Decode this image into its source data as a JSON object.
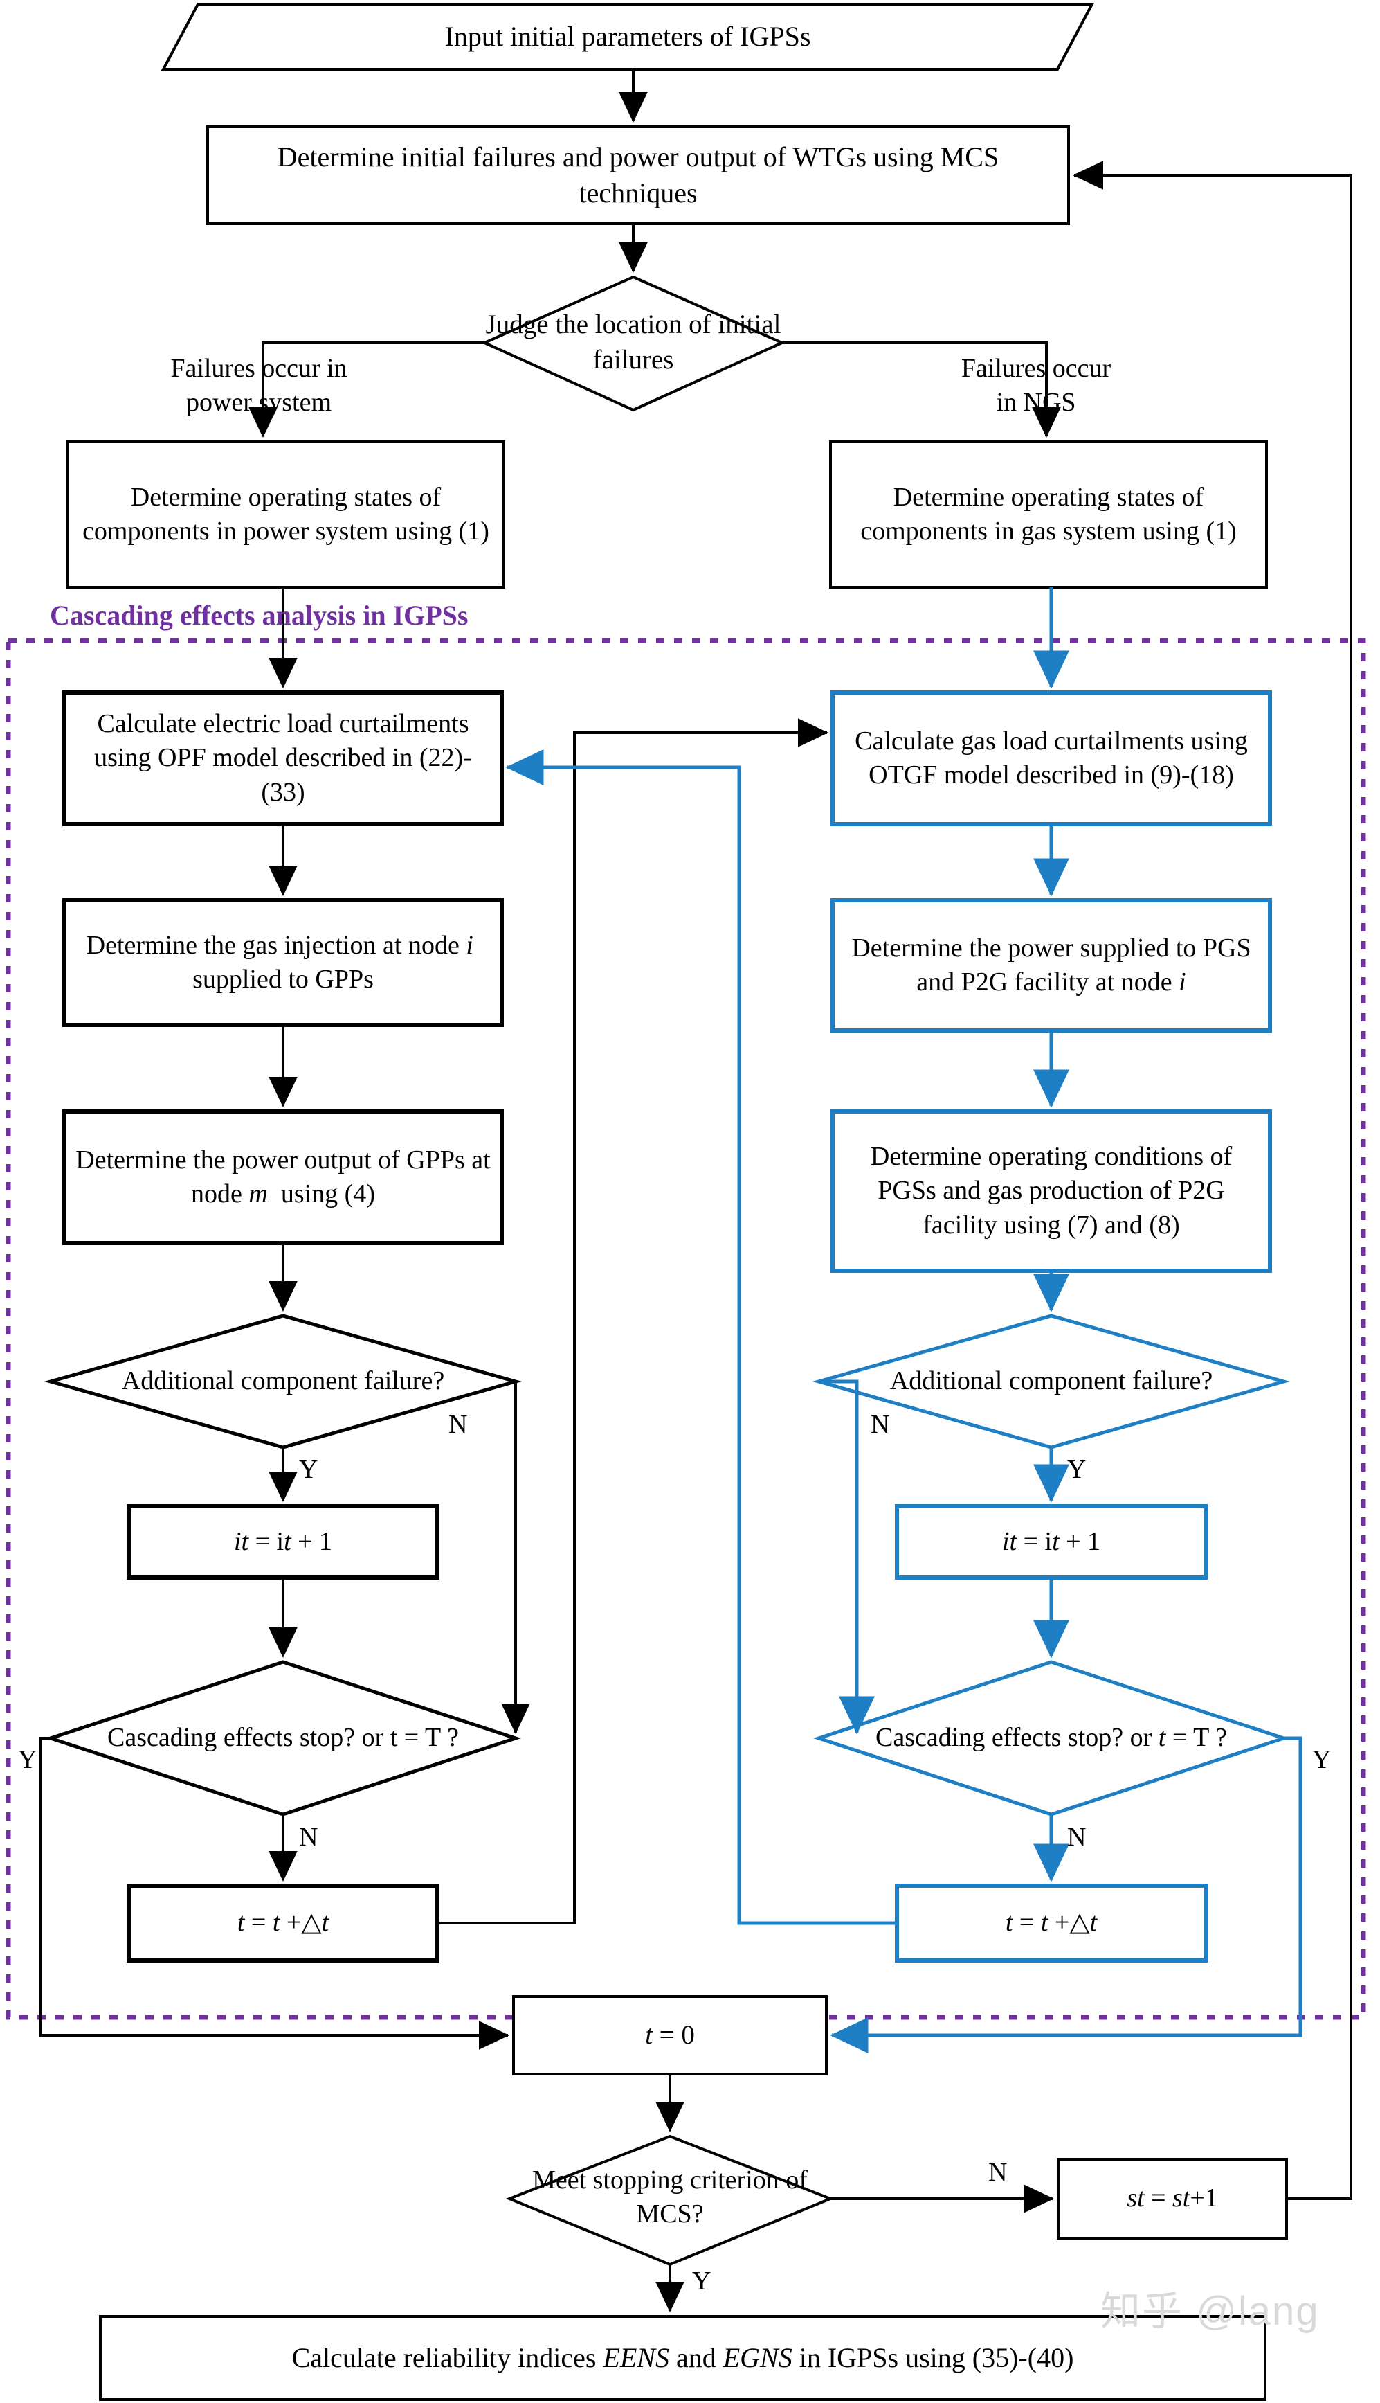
{
  "figure": {
    "title": "Flowchart of cascading effects analysis and reliability evaluation in IGPSs",
    "colors": {
      "electric_branch": "#000000",
      "gas_branch": "#1F7FC4",
      "group_boundary": "#7030A0",
      "background": "#FFFFFF"
    }
  },
  "group": {
    "label": "Cascading effects analysis in IGPSs"
  },
  "nodes": {
    "input_params": "Input initial parameters of IGPSs",
    "initial_failures": "Determine initial failures and power output of WTGs using MCS techniques",
    "judge_location": "Judge the location of initial failures",
    "power_states": "Determine operating states of components in power system using (1)",
    "gas_states": "Determine operating  states of components in gas system using (1)",
    "electric_curtailment": "Calculate electric load curtailments using OPF model described in (22)-(33)",
    "gas_curtailment": "Calculate gas load curtailments using OTGF model described in (9)-(18)",
    "gas_injection": "Determine the gas injection at node i  supplied to GPPs",
    "power_supplied": "Determine the power supplied to PGS and P2G facility at node i",
    "gpp_output": "Determine the power output of GPPs at node m  using (4)",
    "pgs_conditions": "Determine operating conditions of PGSs and  gas production of P2G facility using (7) and (8)",
    "additional_failure_left": "Additional component failure?",
    "additional_failure_right": "Additional component failure?",
    "it_increment_left": "it = it + 1",
    "it_increment_right": "it = it + 1",
    "cascading_stop_left": "Cascading effects stop? or t = T ?",
    "cascading_stop_right": "Cascading effects stop? or t = T ?",
    "t_increment_left": "t = t +△t",
    "t_increment_right": "t = t +△t",
    "t_reset": "t = 0",
    "meet_stopping": "Meet stopping criterion of MCS?",
    "st_increment": "st = st+1",
    "calc_reliability": "Calculate reliability indices EENS and EGNS in IGPSs using (35)-(40)"
  },
  "edge_labels": {
    "failures_power_system": "Failures occur in power system",
    "failures_ngs": "Failures occur in NGS",
    "left_addfail_yes": "Y",
    "left_addfail_no": "N",
    "left_cascade_yes": "Y",
    "left_cascade_no": "N",
    "right_addfail_yes": "Y",
    "right_addfail_no": "N",
    "right_cascade_yes": "Y",
    "right_cascade_no": "N",
    "mcs_no": "N",
    "mcs_yes": "Y"
  },
  "watermark": {
    "text": "知乎 @lang"
  }
}
